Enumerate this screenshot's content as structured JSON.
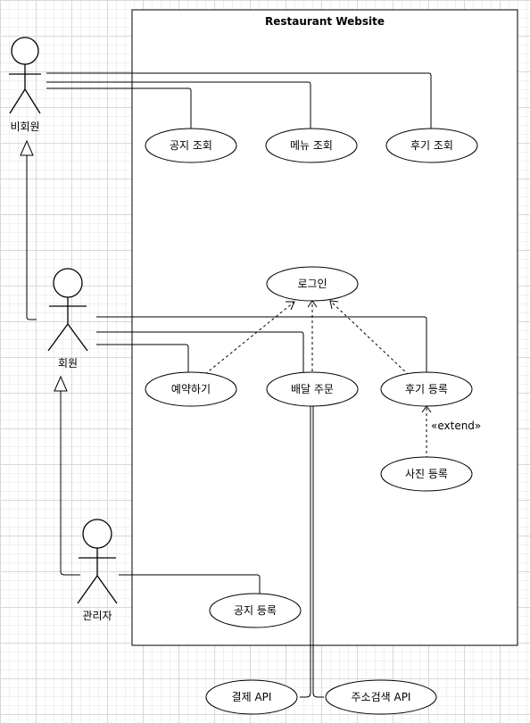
{
  "system": {
    "title": "Restaurant Website"
  },
  "actors": {
    "nonmember": "비회원",
    "member": "회원",
    "admin": "관리자"
  },
  "usecases": {
    "notice_view": "공지 조회",
    "menu_view": "메뉴 조회",
    "review_view": "후기 조회",
    "login": "로그인",
    "reservation": "예약하기",
    "delivery": "배달 주문",
    "review_register": "후기 등록",
    "photo_register": "사진 등록",
    "notice_register": "공지 등록"
  },
  "external": {
    "payment_api": "결제 API",
    "address_api": "주소검색 API"
  },
  "relations": {
    "extend_label": "«extend»"
  }
}
